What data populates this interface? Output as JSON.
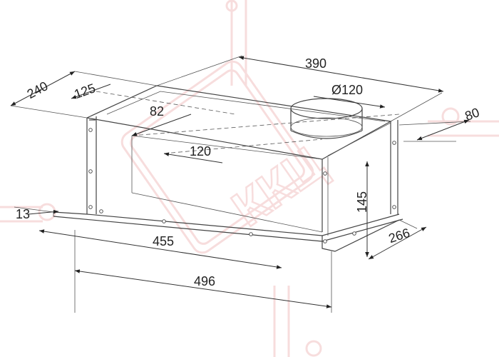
{
  "dimensions": {
    "depth_total": "240",
    "width_top": "390",
    "inset_125": "125",
    "duct_diameter": "Ø120",
    "offset_82": "82",
    "offset_80": "80",
    "offset_120": "120",
    "height": "145",
    "front_lip": "13",
    "inner_width": "455",
    "depth_lower": "266",
    "outer_width": "496"
  },
  "watermark": {
    "text": "ККЦ",
    "color": "#f2c2c2"
  },
  "colors": {
    "line": "#333333",
    "text": "#222222",
    "watermark": "#f2c2c2"
  }
}
